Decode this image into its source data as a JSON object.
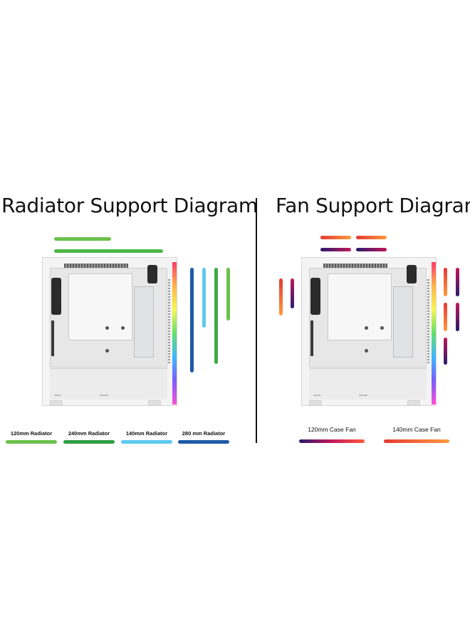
{
  "left_panel": {
    "title": "Radiator Support Diagram",
    "legend": [
      {
        "label": "120mm Radiator",
        "color": "#6cc04a"
      },
      {
        "label": "240mm Radiator",
        "color": "#2f9e44"
      },
      {
        "label": "140mm Radiator",
        "color": "#5ec8ee"
      },
      {
        "label": "280 mm Radiator",
        "color": "#1e5aa8"
      }
    ]
  },
  "right_panel": {
    "title": "Fan Support Diagram",
    "legend": [
      {
        "label": "120mm Case Fan",
        "gradient": "purple-red"
      },
      {
        "label": "140mm Case Fan",
        "gradient": "red-orange"
      }
    ]
  },
  "colors": {
    "radiator_120": "#6cc04a",
    "radiator_240": "#2f9e44",
    "radiator_140": "#5ec8ee",
    "radiator_280": "#1e5aa8",
    "fan_120_gradient": [
      "#2a1a6e",
      "#c2185b",
      "#ff5a3c"
    ],
    "fan_140_gradient": [
      "#e53935",
      "#ff9a3c"
    ]
  }
}
